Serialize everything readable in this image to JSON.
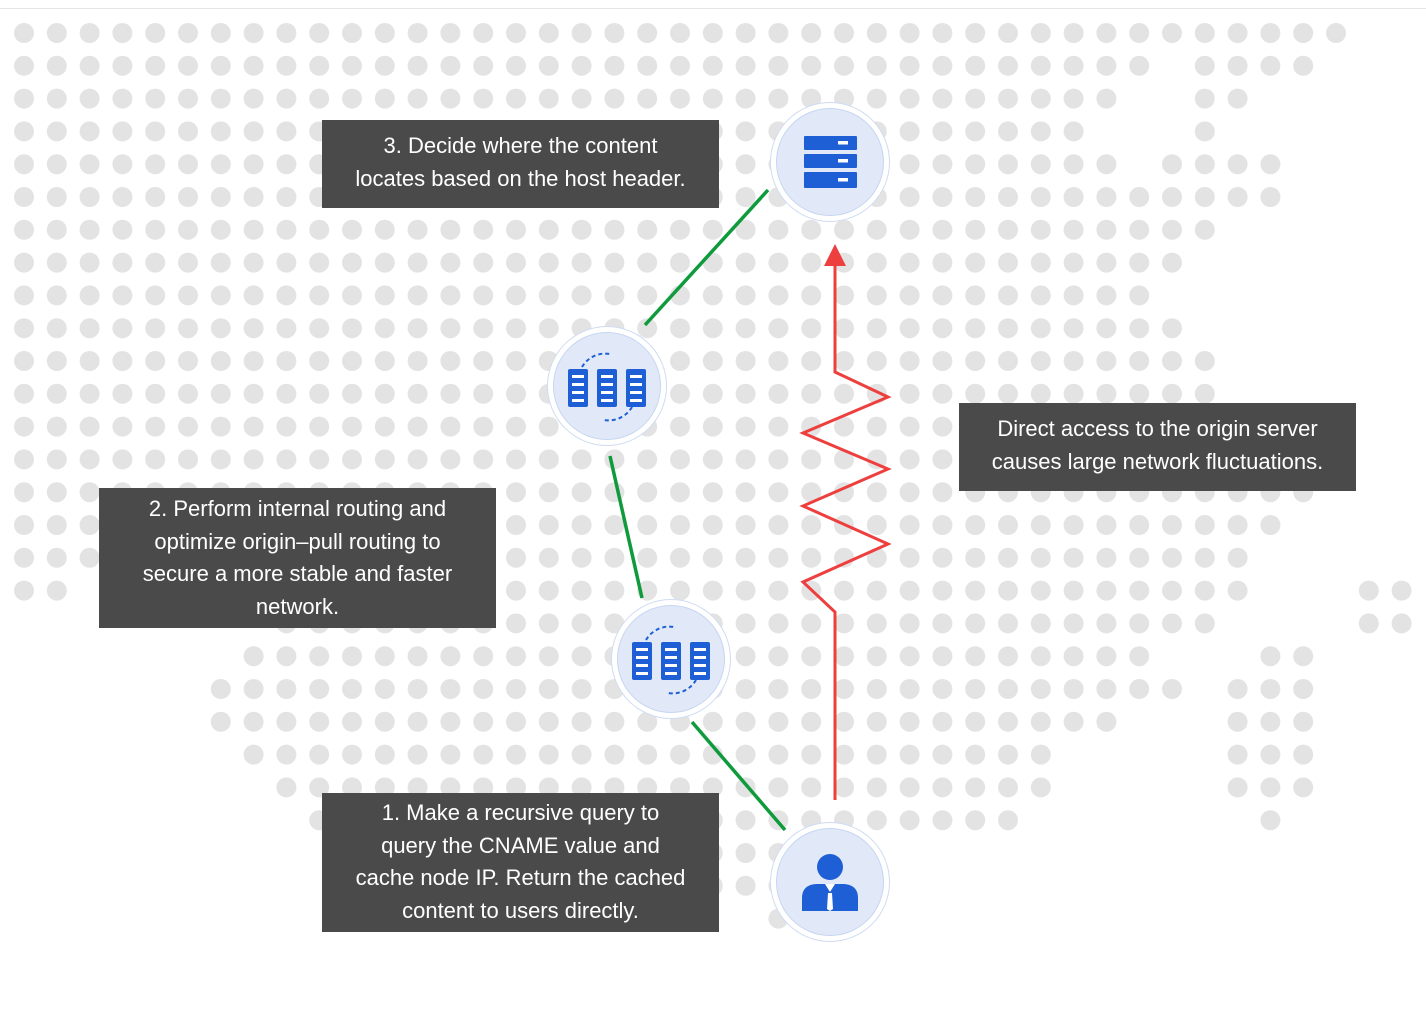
{
  "colors": {
    "dot": "#e3e3e3",
    "green_link": "#0f9a3c",
    "red_path": "#ee3f3f",
    "icon_blue": "#1f5fd6",
    "callout_bg": "#4a4a4a"
  },
  "nodes": {
    "origin": {
      "icon": "server-icon"
    },
    "upper_cache": {
      "icon": "server-cluster-icon"
    },
    "edge_cache": {
      "icon": "server-cluster-icon"
    },
    "user": {
      "icon": "user-icon"
    }
  },
  "callouts": {
    "step3": {
      "lines": [
        "3. Decide where the content",
        "locates based on the host header."
      ]
    },
    "step2": {
      "lines": [
        "2. Perform internal routing and",
        "optimize origin–pull routing to",
        "secure a more stable and faster",
        "network."
      ]
    },
    "step1": {
      "lines": [
        "1. Make a recursive query to",
        "query the CNAME value and",
        "cache node IP. Return the cached",
        "content to users directly."
      ]
    },
    "direct": {
      "lines": [
        "Direct access to the origin server",
        "causes large network fluctuations."
      ]
    }
  }
}
